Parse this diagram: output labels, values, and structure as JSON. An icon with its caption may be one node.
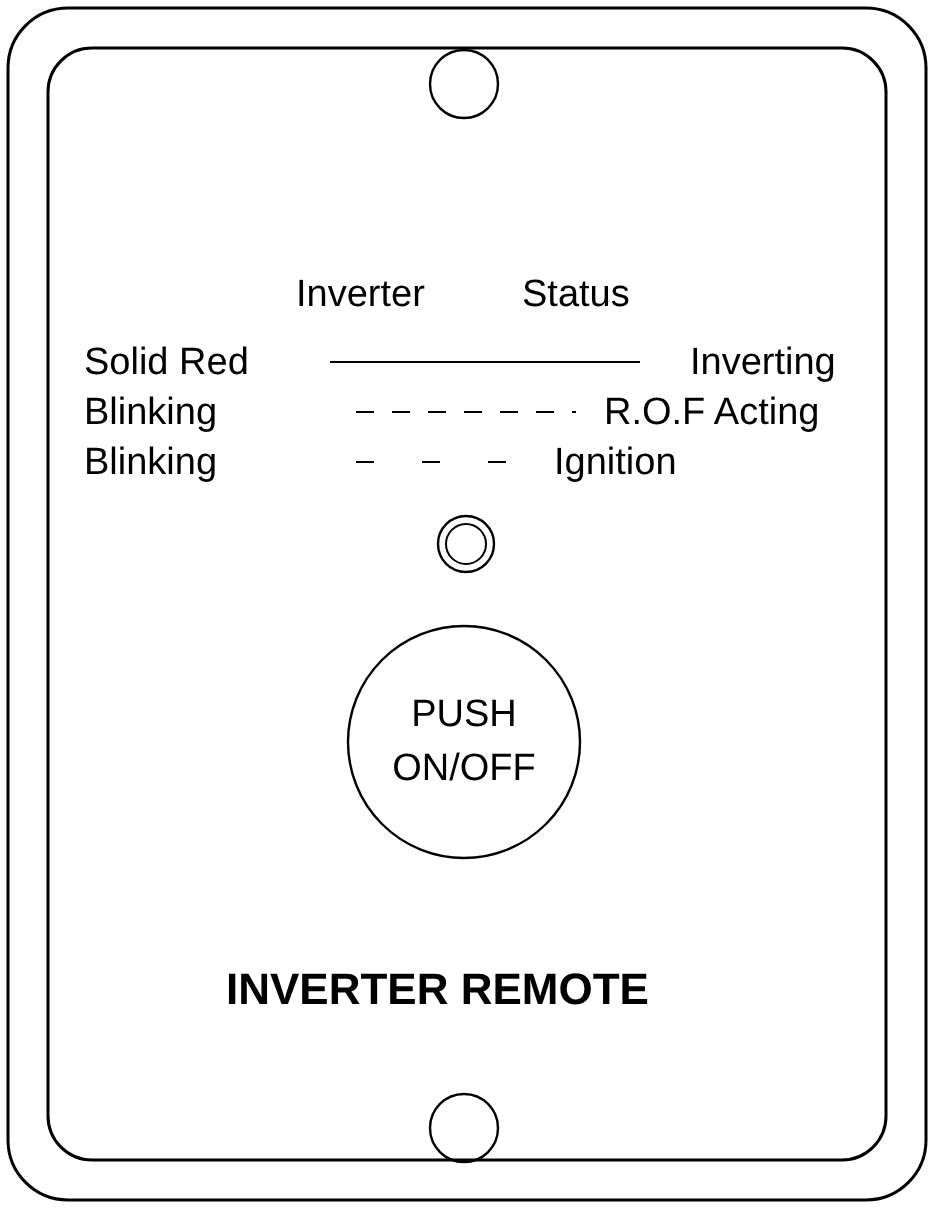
{
  "diagram": {
    "nodes": [
      {
        "text": [
          "PUSH ON/OFF"
        ]
      }
    ],
    "edges": [],
    "labels": [
      "Inverter",
      "Status",
      "Solid Red",
      "Inverting",
      "Blinking",
      "R.O.F Acting",
      "Blinking",
      "Ignition",
      "INVERTER REMOTE"
    ]
  }
}
